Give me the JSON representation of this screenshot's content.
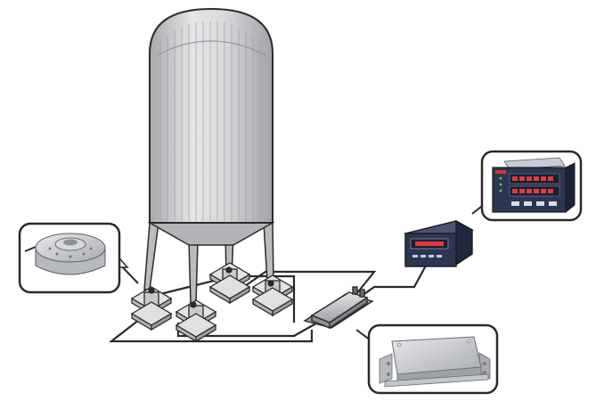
{
  "diagram": {
    "components": [
      {
        "id": "silo",
        "icon": "storage-silo"
      },
      {
        "id": "load-cell-closeup",
        "icon": "pancake-load-cell"
      },
      {
        "id": "load-cell-mounts",
        "icon": "load-cell-mount",
        "count": 4
      },
      {
        "id": "junction-box",
        "icon": "junction-box"
      },
      {
        "id": "junction-box-closeup",
        "icon": "junction-box-stainless"
      },
      {
        "id": "weighing-indicator",
        "icon": "digital-weighing-indicator"
      },
      {
        "id": "indicator-closeup",
        "icon": "indicator-front-panel"
      }
    ],
    "connections": [
      {
        "from": "load-cell-mounts",
        "to": "junction-box"
      },
      {
        "from": "junction-box",
        "to": "weighing-indicator"
      }
    ]
  },
  "colors": {
    "silo_body": "#d6d6d8",
    "outline": "#2a2a2a",
    "indicator_body": "#2c3552",
    "display_bg": "#1a1f2e",
    "display_digits": "#e23a3a",
    "metal": "#c9cbce"
  }
}
